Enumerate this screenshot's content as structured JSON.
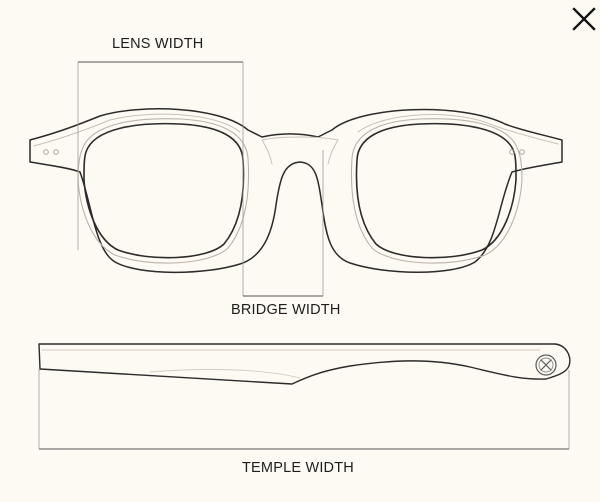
{
  "labels": {
    "lens_width": "LENS WIDTH",
    "bridge_width": "BRIDGE WIDTH",
    "temple_width": "TEMPLE WIDTH"
  },
  "icons": {
    "close": "close-icon"
  },
  "colors": {
    "background": "#fdf9f3",
    "outline": "#2b2b2b",
    "inner_outline": "#b9b3aa",
    "measure_line": "#7a7a7a",
    "text": "#1e1e1e"
  }
}
